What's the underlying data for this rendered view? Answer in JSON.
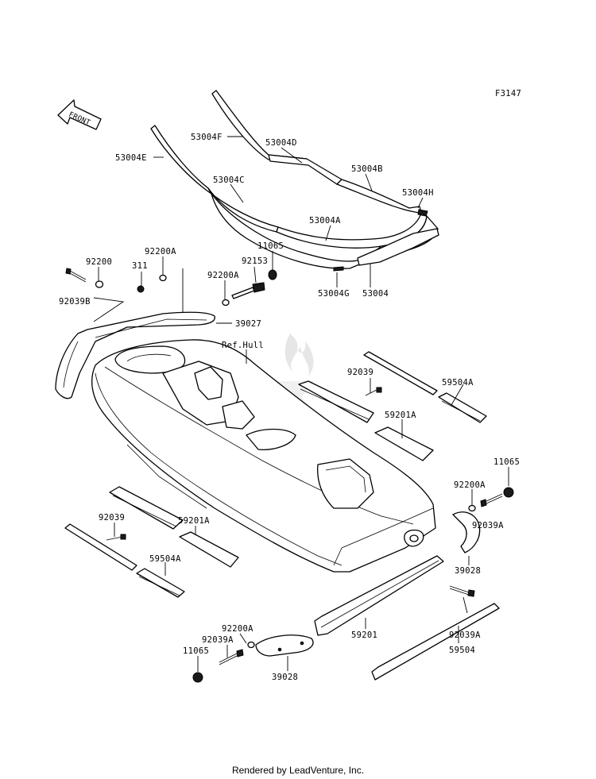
{
  "figure_code": "F3147",
  "front_arrow_label": "FRONT",
  "reference_label": "Ref.Hull",
  "labels": {
    "p53004F": "53004F",
    "p53004D": "53004D",
    "p53004E": "53004E",
    "p53004B": "53004B",
    "p53004C": "53004C",
    "p53004H": "53004H",
    "p53004A": "53004A",
    "p53004G": "53004G",
    "p53004": "53004",
    "p92200_l": "92200",
    "p92200A_l": "92200A",
    "p311": "311",
    "p92153": "92153",
    "p11065_t": "11065",
    "p92200A_m": "92200A",
    "p92039B": "92039B",
    "p39027": "39027",
    "p92039_r": "92039",
    "p59504A_r": "59504A",
    "p59201A_r": "59201A",
    "p11065_r": "11065",
    "p92200A_r": "92200A",
    "p92039A_r": "92039A",
    "p39028_r": "39028",
    "p92039_l": "92039",
    "p59201A_l": "59201A",
    "p59504A_l": "59504A",
    "p92039A_m": "92039A",
    "p59201": "59201",
    "p59504": "59504",
    "p92200A_b": "92200A",
    "p92039A_b": "92039A",
    "p11065_b": "11065",
    "p39028_b": "39028"
  },
  "footer": "Rendered by LeadVenture, Inc."
}
